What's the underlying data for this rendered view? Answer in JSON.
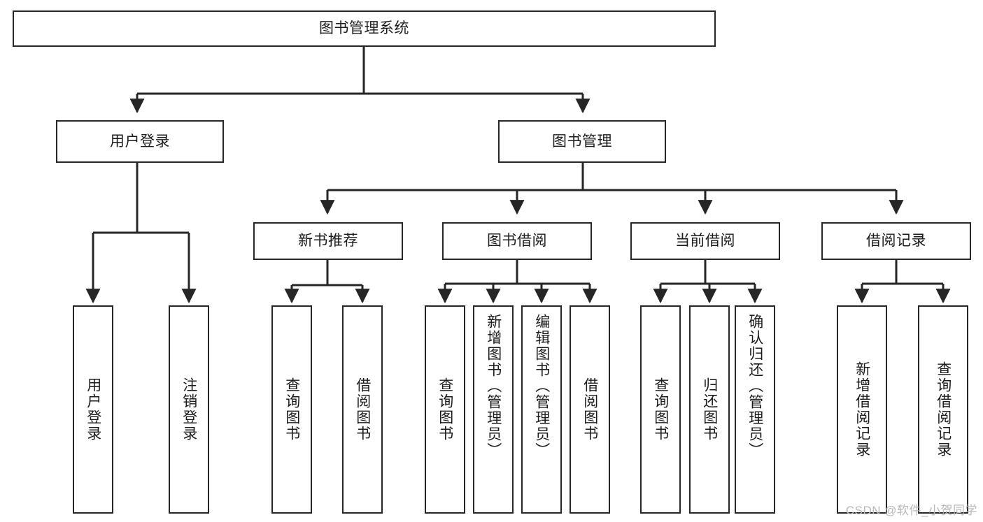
{
  "diagram": {
    "type": "tree-hierarchy-flowchart",
    "title": "图书管理系统",
    "colors": {
      "box_border": "#262626",
      "box_fill": "#ffffff",
      "edge": "#262626",
      "text": "#1b1b1b",
      "watermark": "#b9b9b9",
      "background": "#ffffff"
    },
    "root": {
      "id": "root",
      "label": "图书管理系统",
      "orientation": "horizontal"
    },
    "level1": [
      {
        "id": "user-login",
        "label": "用户登录",
        "orientation": "horizontal"
      },
      {
        "id": "book-management",
        "label": "图书管理",
        "orientation": "horizontal"
      }
    ],
    "level2": [
      {
        "id": "new-book-recommend",
        "label": "新书推荐",
        "orientation": "horizontal",
        "parent": "book-management"
      },
      {
        "id": "book-borrow",
        "label": "图书借阅",
        "orientation": "horizontal",
        "parent": "book-management"
      },
      {
        "id": "current-borrow",
        "label": "当前借阅",
        "orientation": "horizontal",
        "parent": "book-management"
      },
      {
        "id": "borrow-record",
        "label": "借阅记录",
        "orientation": "horizontal",
        "parent": "book-management"
      }
    ],
    "leaves": {
      "user_login": [
        {
          "id": "leaf-user-login",
          "label": "用户登录",
          "orientation": "vertical"
        },
        {
          "id": "leaf-logout-login",
          "label": "注销登录",
          "orientation": "vertical"
        }
      ],
      "new_book_recommend": [
        {
          "id": "leaf-query-book-1",
          "label": "查询图书",
          "orientation": "vertical"
        },
        {
          "id": "leaf-borrow-book-1",
          "label": "借阅图书",
          "orientation": "vertical"
        }
      ],
      "book_borrow": [
        {
          "id": "leaf-query-book-2",
          "label": "查询图书",
          "orientation": "vertical"
        },
        {
          "id": "leaf-add-book-admin",
          "label": "新增图书（管理员）",
          "orientation": "vertical"
        },
        {
          "id": "leaf-edit-book-admin",
          "label": "编辑图书（管理员）",
          "orientation": "vertical"
        },
        {
          "id": "leaf-borrow-book-2",
          "label": "借阅图书",
          "orientation": "vertical"
        }
      ],
      "current_borrow": [
        {
          "id": "leaf-query-book-3",
          "label": "查询图书",
          "orientation": "vertical"
        },
        {
          "id": "leaf-return-book",
          "label": "归还图书",
          "orientation": "vertical"
        },
        {
          "id": "leaf-confirm-return-admin",
          "label": "确认归还（管理员）",
          "orientation": "vertical"
        }
      ],
      "borrow_record": [
        {
          "id": "leaf-add-borrow-record",
          "label": "新增借阅记录",
          "orientation": "vertical"
        },
        {
          "id": "leaf-query-borrow-record",
          "label": "查询借阅记录",
          "orientation": "vertical"
        }
      ]
    }
  },
  "watermark": {
    "text": "CSDN @软件_小贺同学"
  }
}
